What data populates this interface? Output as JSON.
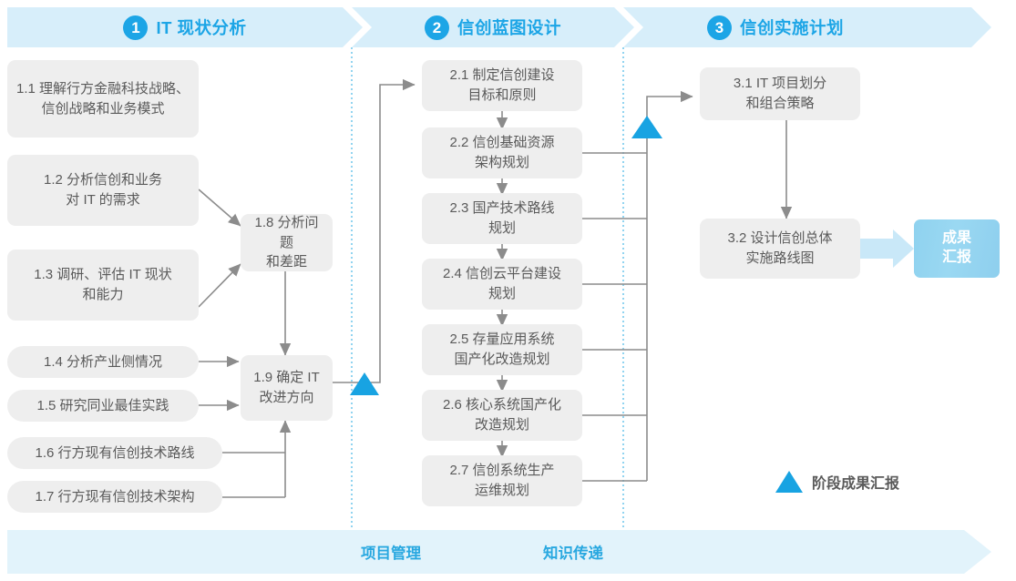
{
  "phases": [
    {
      "num": "1",
      "title": "IT 现状分析"
    },
    {
      "num": "2",
      "title": "信创蓝图设计"
    },
    {
      "num": "3",
      "title": "信创实施计划"
    }
  ],
  "nodes": {
    "n11": "1.1 理解行方金融科技战略、\n信创战略和业务模式",
    "n12": "1.2 分析信创和业务\n对 IT 的需求",
    "n13": "1.3 调研、评估 IT 现状\n和能力",
    "n14": "1.4 分析产业侧情况",
    "n15": "1.5 研究同业最佳实践",
    "n16": "1.6 行方现有信创技术路线",
    "n17": "1.7 行方现有信创技术架构",
    "n18": "1.8 分析问题\n和差距",
    "n19": "1.9 确定 IT\n改进方向",
    "n21": "2.1 制定信创建设\n目标和原则",
    "n22": "2.2 信创基础资源\n架构规划",
    "n23": "2.3 国产技术路线\n规划",
    "n24": "2.4 信创云平台建设\n规划",
    "n25": "2.5 存量应用系统\n国产化改造规划",
    "n26": "2.6 核心系统国产化\n改造规划",
    "n27": "2.7 信创系统生产\n运维规划",
    "n31": "3.1 IT 项目划分\n和组合策略",
    "n32": "3.2 设计信创总体\n实施路线图"
  },
  "result_badge": {
    "label": "成果\n汇报"
  },
  "legend": {
    "label": "阶段成果汇报",
    "icon": "triangle-milestone-icon"
  },
  "footer": {
    "labels": [
      "项目管理",
      "知识传递"
    ]
  },
  "colors": {
    "band_bg": "#d7eefa",
    "accent_blue": "#1ca5e6",
    "node_bg": "#eeeeee",
    "node_text": "#5a5a5a",
    "milestone": "#18a3e2",
    "footer_bg": "#e2f3fb",
    "badge_blue": "#8fd2ef"
  }
}
